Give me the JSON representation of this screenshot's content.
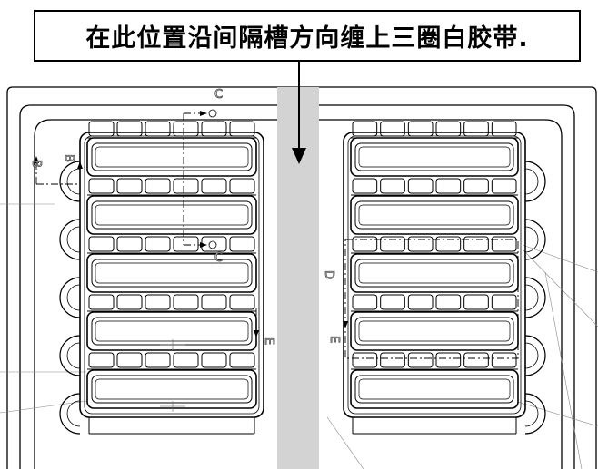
{
  "callout": {
    "instruction": "在此位置沿间隔槽方向缠上三圈白胶带."
  },
  "drawing": {
    "section_letters": [
      "B",
      "B",
      "C",
      "C",
      "D",
      "D",
      "E",
      "E"
    ],
    "colors": {
      "line": "#000000",
      "thin_line": "#777777",
      "gap_band": "#d3d3d3"
    },
    "left_tray": {
      "slot_count": 5
    },
    "right_tray": {
      "slot_count": 5
    },
    "arrow_icon": "arrow-down-icon"
  }
}
